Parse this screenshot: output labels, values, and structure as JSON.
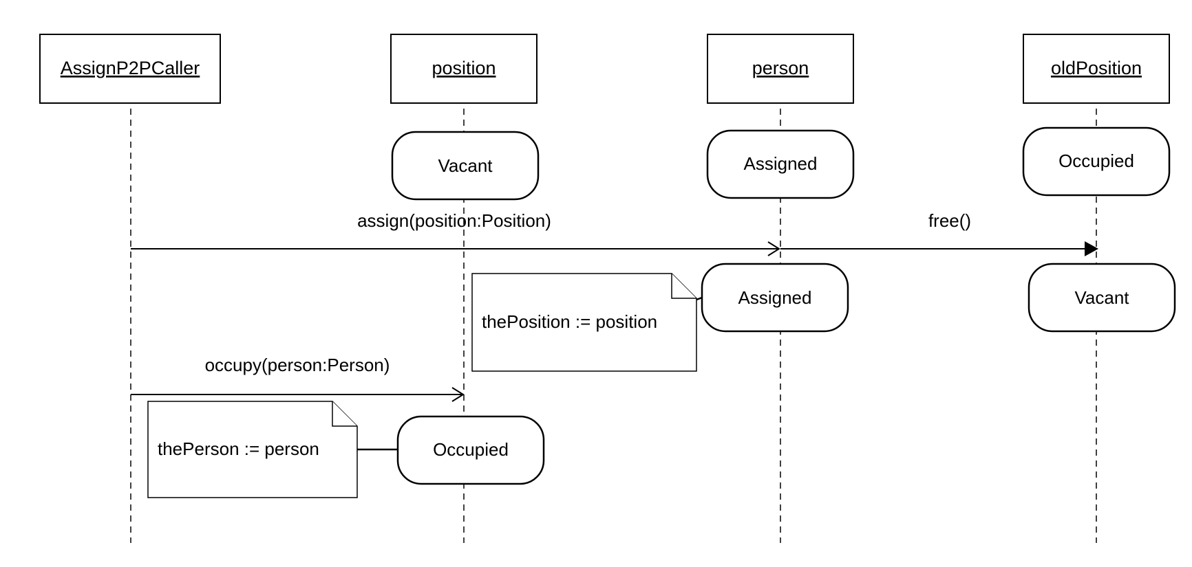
{
  "objects": [
    {
      "id": "caller",
      "name": "AssignP2PCaller"
    },
    {
      "id": "position",
      "name": "position"
    },
    {
      "id": "person",
      "name": "person"
    },
    {
      "id": "oldPosition",
      "name": "oldPosition"
    }
  ],
  "states": {
    "position_before": "Vacant",
    "person_before": "Assigned",
    "oldPosition_before": "Occupied",
    "person_after": "Assigned",
    "oldPosition_after": "Vacant",
    "position_after": "Occupied"
  },
  "messages": {
    "assign": "assign(position:Position)",
    "free": "free()",
    "occupy": "occupy(person:Person)"
  },
  "notes": {
    "position_note": "thePosition := position",
    "person_note": "thePerson := person"
  }
}
